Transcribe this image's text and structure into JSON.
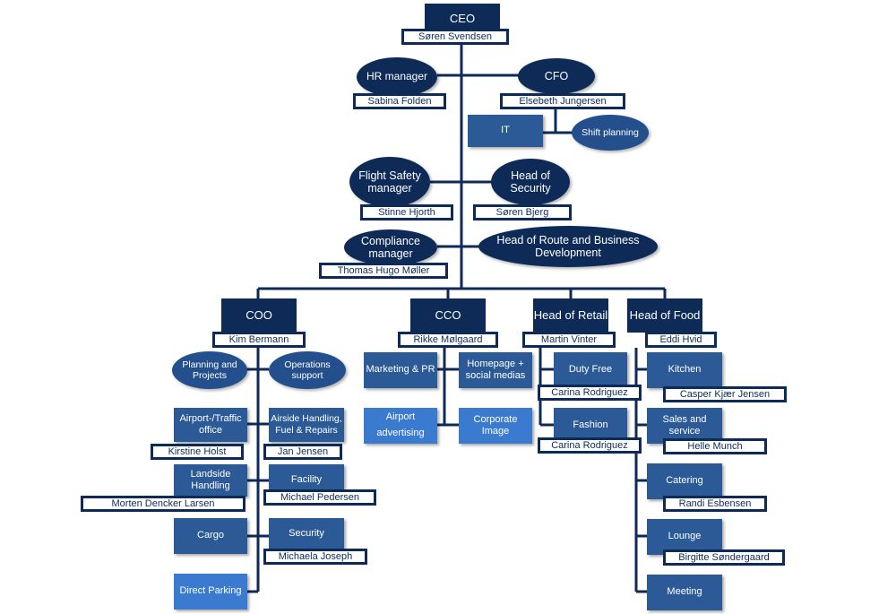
{
  "ceo": {
    "title": "CEO",
    "name": "Søren Svendsen"
  },
  "hr": {
    "title": "HR manager",
    "name": "Sabina Folden"
  },
  "cfo": {
    "title": "CFO",
    "name": "Elsebeth Jungersen"
  },
  "it": {
    "title": "IT"
  },
  "shift": {
    "title": "Shift planning"
  },
  "flight_safety": {
    "title": "Flight Safety manager",
    "name": "Stinne Hjorth"
  },
  "security_head": {
    "title": "Head of Security",
    "name": "Søren Bjerg"
  },
  "compliance": {
    "title": "Compliance manager",
    "name": "Thomas Hugo Møller"
  },
  "route": {
    "title": "Head of Route and Business Development"
  },
  "coo": {
    "title": "COO",
    "name": "Kim Bermann"
  },
  "cco": {
    "title": "CCO",
    "name": "Rikke Mølgaard"
  },
  "retail": {
    "title": "Head of Retail",
    "name": "Martin Vinter"
  },
  "food": {
    "title": "Head of Food",
    "name": "Eddi Hvid"
  },
  "coo_units": {
    "planning": {
      "title": "Planning and Projects"
    },
    "ops_support": {
      "title": "Operations support"
    },
    "airport_traffic": {
      "title": "Airport-/Traffic office",
      "name": "Kirstine Holst"
    },
    "airside": {
      "title": "Airside Handling, Fuel & Repairs",
      "name": "Jan Jensen"
    },
    "landside": {
      "title": "Landside Handling",
      "name": "Morten Dencker Larsen"
    },
    "facility": {
      "title": "Facility",
      "name": "Michael Pedersen"
    },
    "cargo": {
      "title": "Cargo"
    },
    "security": {
      "title": "Security",
      "name": "Michaela Joseph"
    },
    "direct_parking": {
      "title": "Direct Parking"
    }
  },
  "cco_units": {
    "marketing": {
      "title": "Marketing & PR"
    },
    "homepage": {
      "title": "Homepage + social medias"
    },
    "airport_adv": {
      "title": "Airport advertising"
    },
    "corporate": {
      "title": "Corporate Image"
    }
  },
  "retail_units": {
    "duty_free": {
      "title": "Duty Free",
      "name": "Carina Rodriguez"
    },
    "fashion": {
      "title": "Fashion",
      "name": "Carina Rodriguez"
    }
  },
  "food_units": {
    "kitchen": {
      "title": "Kitchen",
      "name": "Casper Kjær Jensen"
    },
    "sales": {
      "title": "Sales and service",
      "name": "Helle Munch"
    },
    "catering": {
      "title": "Catering",
      "name": "Randi Esbensen"
    },
    "lounge": {
      "title": "Lounge",
      "name": "Birgitte Søndergaard"
    },
    "meeting": {
      "title": "Meeting"
    }
  },
  "colors": {
    "dark": "#0e2b58",
    "mid": "#2b5a97",
    "light": "#3b7bcf",
    "line": "#0e2b58"
  }
}
